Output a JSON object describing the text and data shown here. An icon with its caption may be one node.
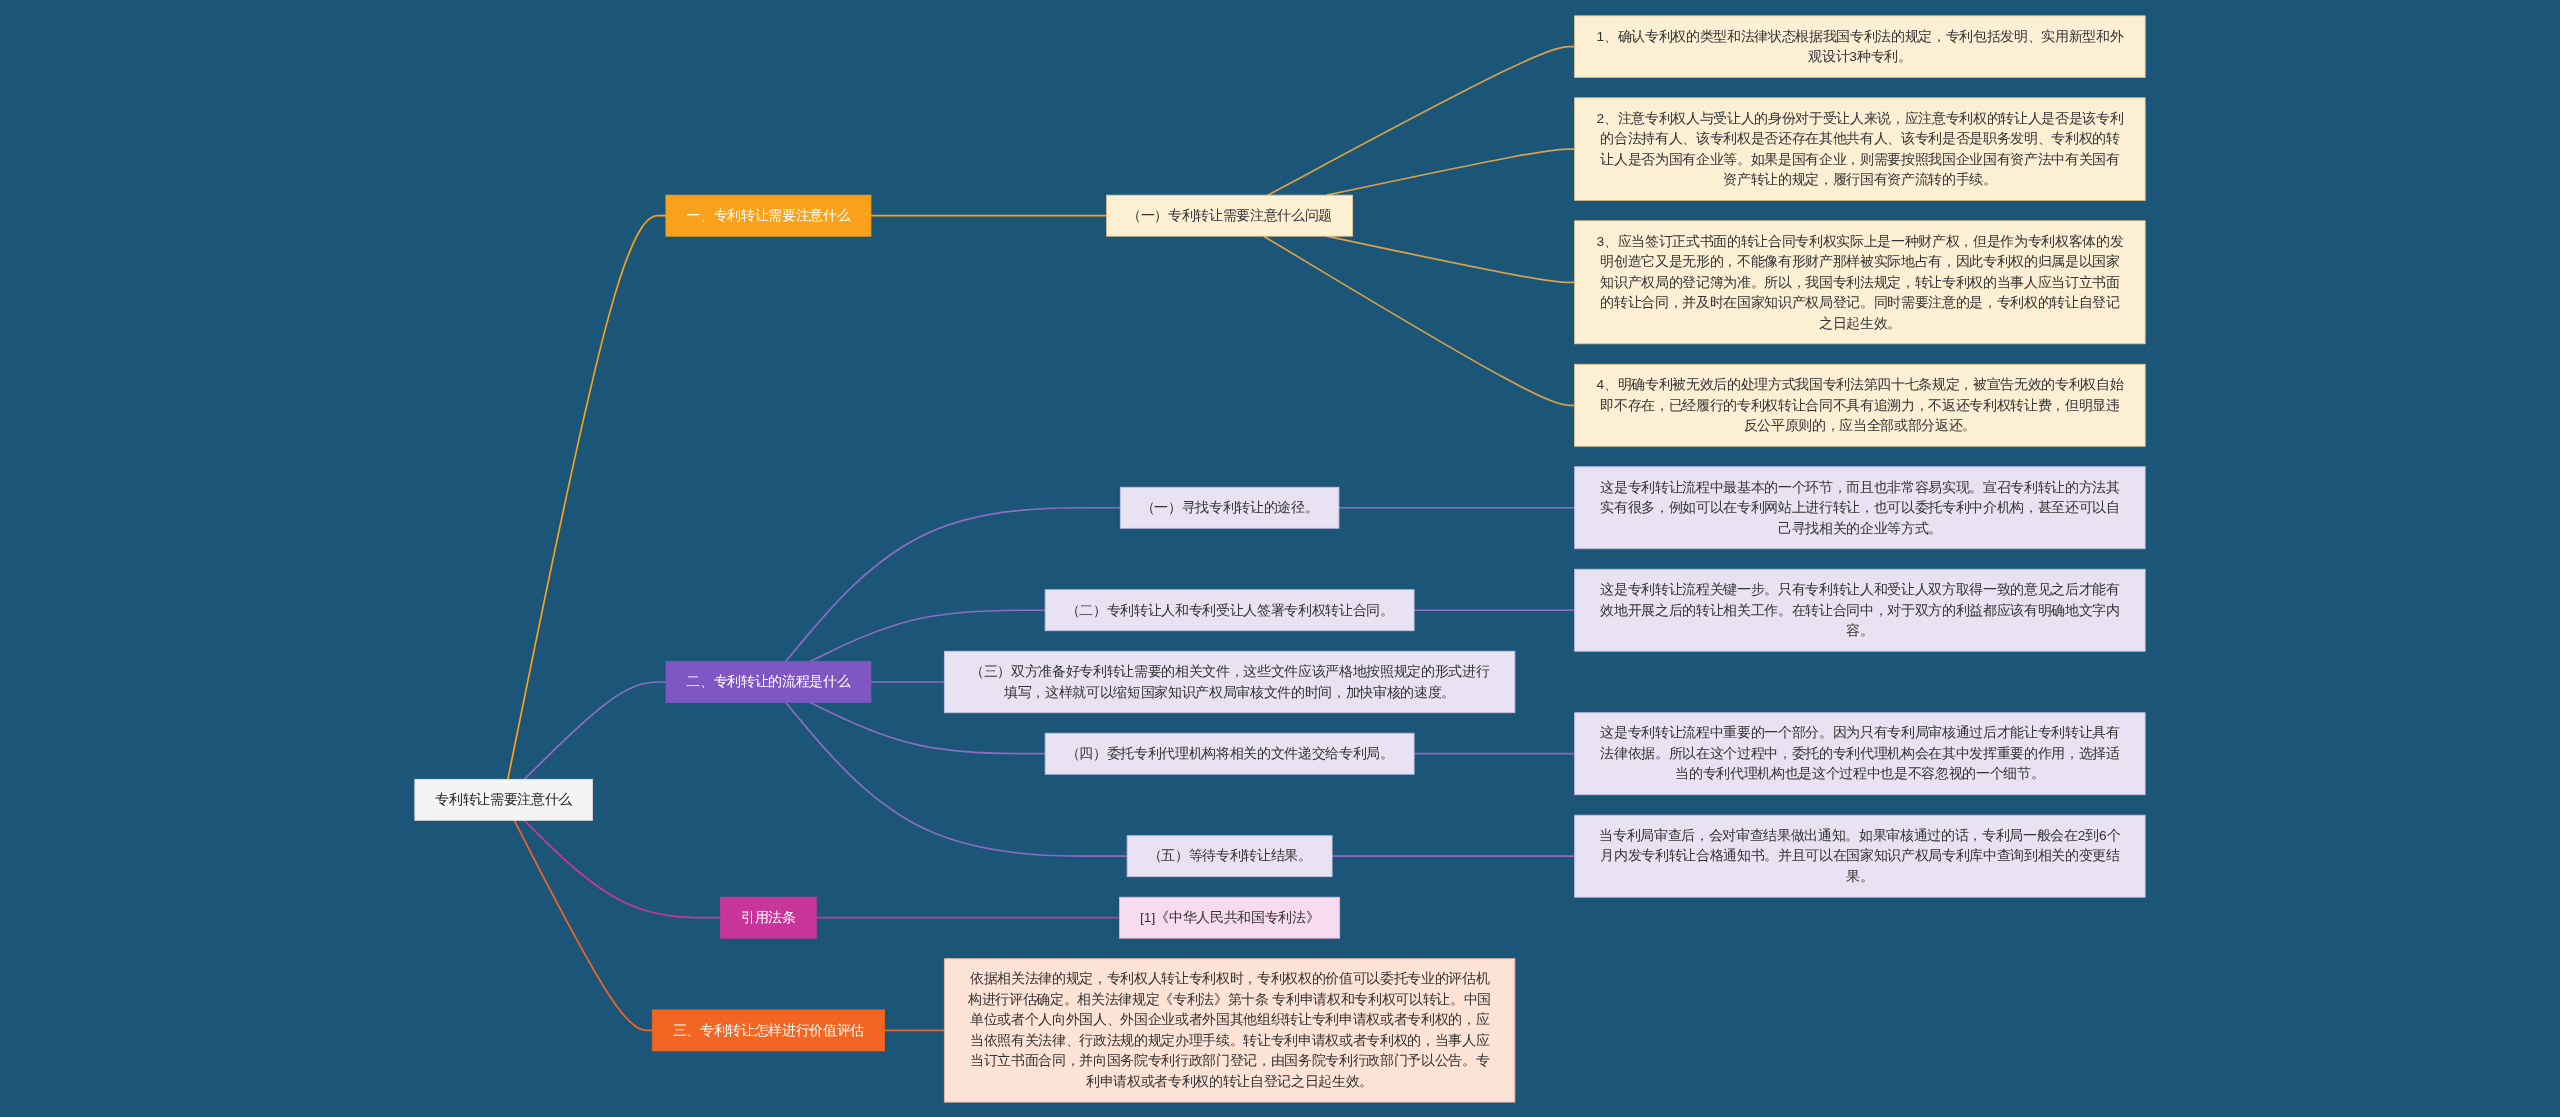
{
  "diagram": {
    "nodes": [
      {
        "text": [
          "专利转让需要注意什么"
        ]
      },
      {
        "text": [
          "一、专利转让需要注意什么"
        ]
      },
      {
        "text": [
          "（一）专利转让需要注意什么问题"
        ]
      },
      {
        "text": [
          "1、确认专利权的类型和法律状态根据我国专利法的规定，专利包括发明、实用新型和外观设计3种专利。"
        ]
      },
      {
        "text": [
          "2、注意专利权人与受让人的身份对于受让人来说，应注意专利权的转让人是否是该专利的合法持有人、该专利权是否还存在其他共有人、该专利是否是职务发明、专利权的转让人是否为国有企业等。如果是国有企业，则需要按照我国企业国有资产法中有关国有资产转让的规定，履行国有资产流转的手续。"
        ]
      },
      {
        "text": [
          "3、应当签订正式书面的转让合同专利权实际上是一种财产权，但是作为专利权客体的发明创造它又是无形的，不能像有形财产那样被实际地占有，因此专利权的归属是以国家知识产权局的登记簿为准。所以，我国专利法规定，转让专利权的当事人应当订立书面的转让合同，并及时在国家知识产权局登记。同时需要注意的是，专利权的转让自登记之日起生效。"
        ]
      },
      {
        "text": [
          "4、明确专利被无效后的处理方式我国专利法第四十七条规定，被宣告无效的专利权自始即不存在，已经履行的专利权转让合同不具有追溯力，不返还专利权转让费，但明显违反公平原则的，应当全部或部分返还。"
        ]
      },
      {
        "text": [
          "三、专利转让怎样进行价值评估"
        ]
      },
      {
        "text": [
          "依据相关法律的规定，专利权人转让专利权时，专利权权的价值可以委托专业的评估机构进行评估确定。相关法律规定《专利法》第十条 专利申请权和专利权可以转让。中国单位或者个人向外国人、外国企业或者外国其他组织转让专利申请权或者专利权的，应当依照有关法律、行政法规的规定办理手续。转让专利申请权或者专利权的，当事人应当订立书面合同，并向国务院专利行政部门登记，由国务院专利行政部门予以公告。专利申请权或者专利权的转让自登记之日起生效。"
        ]
      },
      {
        "text": [
          "二、专利转让的流程是什么"
        ]
      },
      {
        "text": [
          "（一）寻找专利转让的途径。"
        ]
      },
      {
        "text": [
          "这是专利转让流程中最基本的一个环节，而且也非常容易实现。宣召专利转让的方法其实有很多，例如可以在专利网站上进行转让，也可以委托专利中介机构，甚至还可以自己寻找相关的企业等方式。"
        ]
      },
      {
        "text": [
          "（二）专利转让人和专利受让人签署专利权转让合同。"
        ]
      },
      {
        "text": [
          "这是专利转让流程关键一步。只有专利转让人和受让人双方取得一致的意见之后才能有效地开展之后的转让相关工作。在转让合同中，对于双方的利益都应该有明确地文字内容。"
        ]
      },
      {
        "text": [
          "（三）双方准备好专利转让需要的相关文件，这些文件应该严格地按照规定的形式进行填写，这样就可以缩短国家知识产权局审核文件的时间，加快审核的速度。"
        ]
      },
      {
        "text": [
          "（四）委托专利代理机构将相关的文件递交给专利局。"
        ]
      },
      {
        "text": [
          "这是专利转让流程中重要的一个部分。因为只有专利局审核通过后才能让专利转让具有法律依据。所以在这个过程中，委托的专利代理机构会在其中发挥重要的作用，选择适当的专利代理机构也是这个过程中也是不容忽视的一个细节。"
        ]
      },
      {
        "text": [
          "（五）等待专利转让结果。"
        ]
      },
      {
        "text": [
          "当专利局审查后，会对审查结果做出通知。如果审核通过的话，专利局一般会在2到6个月内发专利转让合格通知书。并且可以在国家知识产权局专利库中查询到相关的变更结果。"
        ]
      },
      {
        "text": [
          "引用法条"
        ]
      },
      {
        "text": [
          "[1]《中华人民共和国专利法》"
        ]
      }
    ],
    "edges": [
      {
        "from": 0,
        "to": 1,
        "arrow": "none",
        "color": "#f9a11b"
      },
      {
        "from": 1,
        "to": 2,
        "arrow": "none",
        "color": "#f9a11b"
      },
      {
        "from": 2,
        "to": 3,
        "arrow": "none",
        "color": "#d9a24a"
      },
      {
        "from": 2,
        "to": 4,
        "arrow": "none",
        "color": "#d9a24a"
      },
      {
        "from": 2,
        "to": 5,
        "arrow": "none",
        "color": "#d9a24a"
      },
      {
        "from": 2,
        "to": 6,
        "arrow": "none",
        "color": "#d9a24a"
      },
      {
        "from": 0,
        "to": 7,
        "arrow": "none",
        "color": "#f26522"
      },
      {
        "from": 7,
        "to": 8,
        "arrow": "none",
        "color": "#f26522"
      },
      {
        "from": 0,
        "to": 9,
        "arrow": "none"
      },
      {
        "from": 9,
        "to": 10,
        "arrow": "none"
      },
      {
        "from": 10,
        "to": 11,
        "arrow": "none"
      },
      {
        "from": 9,
        "to": 12,
        "arrow": "none"
      },
      {
        "from": 12,
        "to": 13,
        "arrow": "none"
      },
      {
        "from": 9,
        "to": 14,
        "arrow": "none"
      },
      {
        "from": 9,
        "to": 15,
        "arrow": "none"
      },
      {
        "from": 15,
        "to": 16,
        "arrow": "none"
      },
      {
        "from": 9,
        "to": 17,
        "arrow": "none"
      },
      {
        "from": 17,
        "to": 18,
        "arrow": "none"
      },
      {
        "from": 0,
        "to": 19,
        "arrow": "none",
        "color": "#c9369a"
      },
      {
        "from": 19,
        "to": 20,
        "arrow": "none",
        "color": "#c9369a"
      }
    ]
  }
}
